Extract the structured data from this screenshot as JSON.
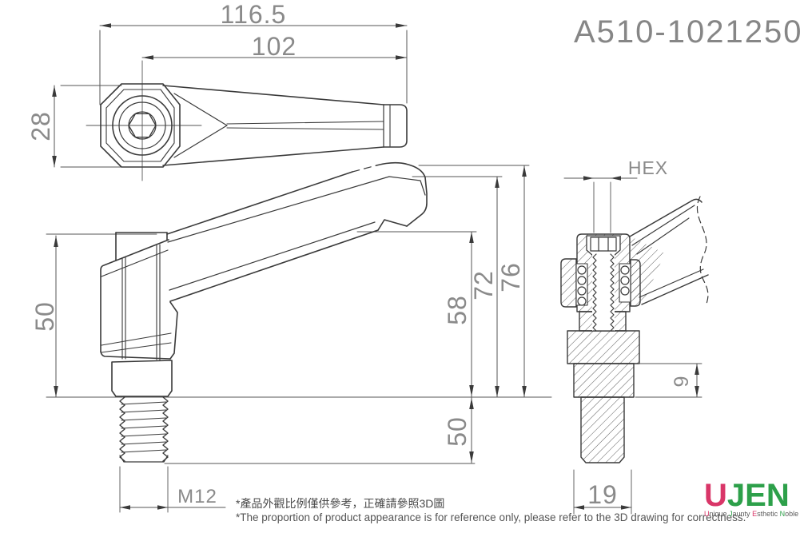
{
  "title": {
    "part_number": "A510-1021250"
  },
  "colors": {
    "outline": "#3a3a3a",
    "dimension_line": "#555555",
    "dimension_text": "#8a8a8a",
    "note_text": "#4a4a4a",
    "logo_pink": "#d93668",
    "logo_green": "#2da04a"
  },
  "views": {
    "top": {
      "dims": {
        "overall_length": "116.5",
        "grip_length": "102",
        "head_width": "28"
      }
    },
    "front": {
      "dims": {
        "boss_height": "50",
        "underside_height": "58",
        "lever_top_height": "72",
        "overall_height": "76",
        "thread_length": "50",
        "thread_spec": "M12"
      }
    },
    "section": {
      "dims": {
        "socket": "HEX",
        "collar_step": "9",
        "boss_diameter": "19"
      }
    }
  },
  "notes": {
    "zh": "*產品外觀比例僅供參考，正確請參照3D圖",
    "en": "*The proportion of product appearance is for reference only, please refer to the 3D drawing for correctness."
  },
  "logo": {
    "u": "U",
    "jen": "JEN",
    "tagline": [
      {
        "text": "U"
      },
      {
        "text": "nique "
      },
      {
        "text": "J"
      },
      {
        "text": "aunty "
      },
      {
        "text": "E"
      },
      {
        "text": "sthetic "
      },
      {
        "text": "N"
      },
      {
        "text": "oble"
      }
    ]
  }
}
